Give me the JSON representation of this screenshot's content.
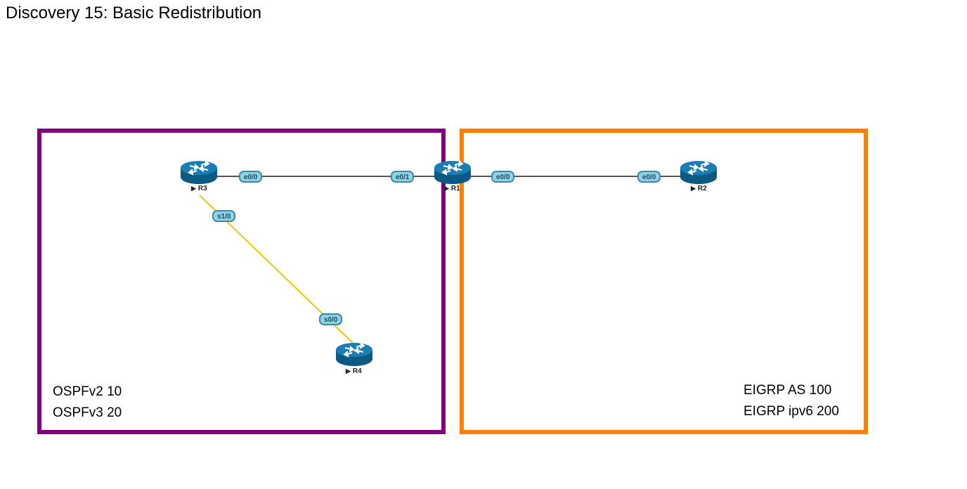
{
  "title": "Discovery 15: Basic Redistribution",
  "colors": {
    "ospf_border": "#800080",
    "eigrp_border": "#ff8000",
    "ethernet_link": "#555555",
    "serial_link": "#f5c400",
    "router_body": "#0f6fa0",
    "iface_fill": "#8fd3e3"
  },
  "zones": {
    "ospf": {
      "line1": "OSPFv2 10",
      "line2": "OSPFv3 20"
    },
    "eigrp": {
      "line1": "EIGRP AS 100",
      "line2": "EIGRP ipv6 200"
    }
  },
  "routers": {
    "r3": {
      "name": "R3",
      "icon": "router-icon"
    },
    "r1": {
      "name": "R1",
      "icon": "router-icon"
    },
    "r2": {
      "name": "R2",
      "icon": "router-icon"
    },
    "r4": {
      "name": "R4",
      "icon": "router-icon"
    }
  },
  "interfaces": {
    "r3_e0_0": "e0/0",
    "r1_e0_1": "e0/1",
    "r1_e0_0": "e0/0",
    "r2_e0_0": "e0/0",
    "r3_s1_0": "s1/0",
    "r4_s0_0": "s0/0"
  },
  "links": [
    {
      "from": "R3",
      "to": "R1",
      "type": "ethernet"
    },
    {
      "from": "R1",
      "to": "R2",
      "type": "ethernet"
    },
    {
      "from": "R3",
      "to": "R4",
      "type": "serial"
    }
  ]
}
